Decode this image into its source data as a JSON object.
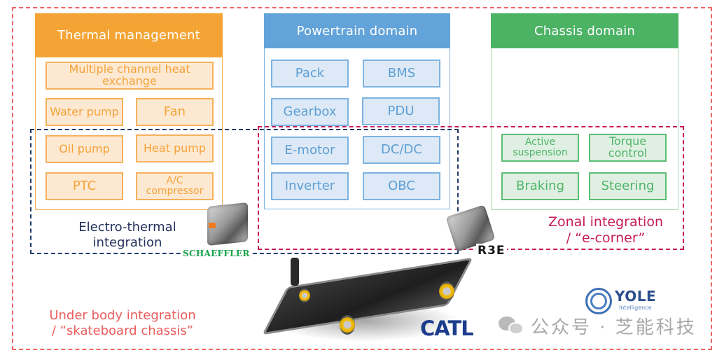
{
  "diagram": {
    "domains": {
      "thermal": {
        "title": "Thermal management",
        "color": "#f4a434",
        "items": [
          "Multiple channel heat exchange",
          "Water pump",
          "Fan",
          "Oil pump",
          "Heat pump",
          "PTC",
          "A/C compressor"
        ]
      },
      "powertrain": {
        "title": "Powertrain domain",
        "color": "#62a3d9",
        "items": [
          "Pack",
          "BMS",
          "Gearbox",
          "PDU",
          "E-motor",
          "DC/DC",
          "Inverter",
          "OBC"
        ]
      },
      "chassis": {
        "title": "Chassis domain",
        "color": "#4cb365",
        "items": [
          "Active suspension",
          "Torque control",
          "Braking",
          "Steering"
        ]
      }
    },
    "integrations": {
      "electro_thermal": {
        "label": "Electro-thermal integration",
        "color": "#1f3b6e"
      },
      "zonal": {
        "label_line1": "Zonal integration",
        "label_line2": "/ “e-corner”",
        "color": "#c8195a"
      },
      "under_body": {
        "label_line1": "Under body integration",
        "label_line2": "/ “skateboard chassis”",
        "color": "#ec6767"
      }
    },
    "logos": {
      "schaeffler": "SCHAEFFLER",
      "r3e": "R3E",
      "catl": "CATL",
      "yole": "YOLE",
      "yole_sub": "Intelligence"
    },
    "watermark": "公众号 · 芝能科技"
  }
}
